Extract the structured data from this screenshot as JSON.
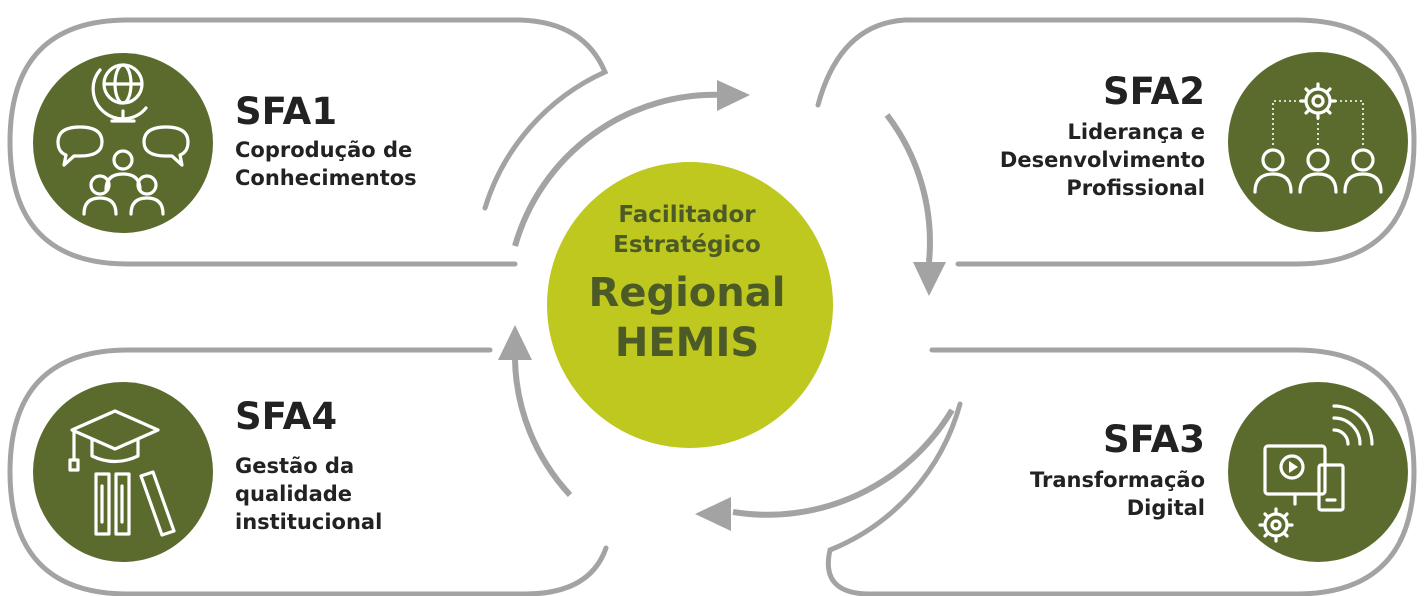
{
  "colors": {
    "icon_background": "#5b6b2e",
    "center_circle": "#bec81e",
    "center_text": "#4c5a27",
    "outline": "#a3a3a3"
  },
  "center": {
    "line1": "Facilitador\nEstratégico",
    "line2": "Regional\nHEMIS"
  },
  "sfa1": {
    "code": "SFA1",
    "title": "Coprodução de\nConhecimentos",
    "icon": "globe-people-speech-icon"
  },
  "sfa2": {
    "code": "SFA2",
    "title": "Liderança e\nDesenvolvimento\nProfissional",
    "icon": "gear-team-icon"
  },
  "sfa3": {
    "code": "SFA3",
    "title": "Transformação\nDigital",
    "icon": "digital-devices-gear-icon"
  },
  "sfa4": {
    "code": "SFA4",
    "title": "Gestão da\nqualidade\ninstitucional",
    "icon": "graduation-cap-books-icon"
  }
}
